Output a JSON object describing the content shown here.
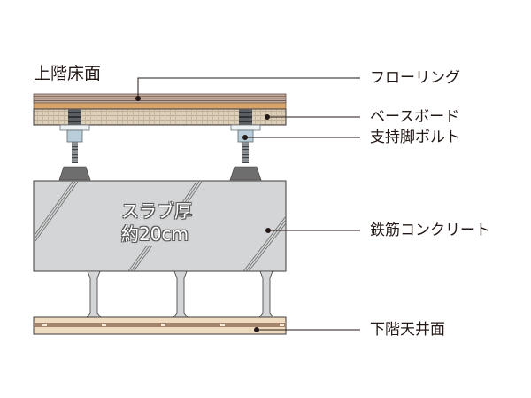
{
  "title_label": "上階床面",
  "callouts": {
    "flooring": "フローリング",
    "base_board": "ベースボード",
    "support_bolt": "支持脚ボルト",
    "concrete": "鉄筋コンクリート",
    "ceiling": "下階天井面"
  },
  "slab": {
    "line1": "スラブ厚",
    "line2": "約20cm"
  },
  "colors": {
    "flooring_stripe": "#8a6e5e",
    "flooring_orange": "#d8a46a",
    "base_board": "#d9cbb5",
    "concrete": "#d4d5d6",
    "bolt_base": "#6e6e6e",
    "bolt_head": "#b8cfdb",
    "ceiling_light": "#efdcc0",
    "ceiling_strip": "#a5846e",
    "leader_line": "#231815"
  }
}
